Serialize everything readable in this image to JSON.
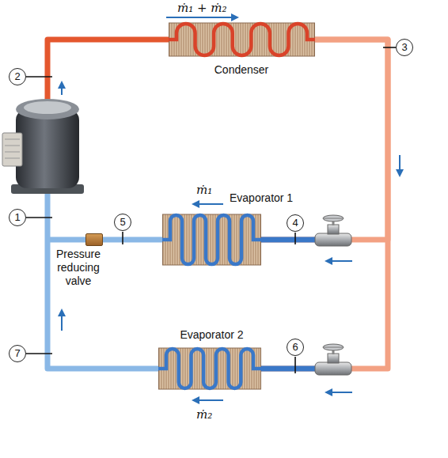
{
  "diagram": {
    "nodes": [
      {
        "text": [
          "Condenser"
        ]
      },
      {
        "text": [
          "Evaporator 1"
        ]
      },
      {
        "text": [
          "Pressure reducing valve"
        ]
      },
      {
        "text": [
          "Evaporator 2"
        ]
      }
    ],
    "edges": [
      {
        "from": 0,
        "to": 1,
        "arrow": "none"
      },
      {
        "from": 0,
        "to": 3,
        "arrow": "none"
      },
      {
        "from": 1,
        "to": 2,
        "arrow": "none"
      }
    ],
    "labels": [
      "ṁ₁ + ṁ₂",
      "2",
      "3",
      "ṁ₁",
      "1",
      "5",
      "4",
      "7",
      "6",
      "ṁ₂"
    ]
  }
}
